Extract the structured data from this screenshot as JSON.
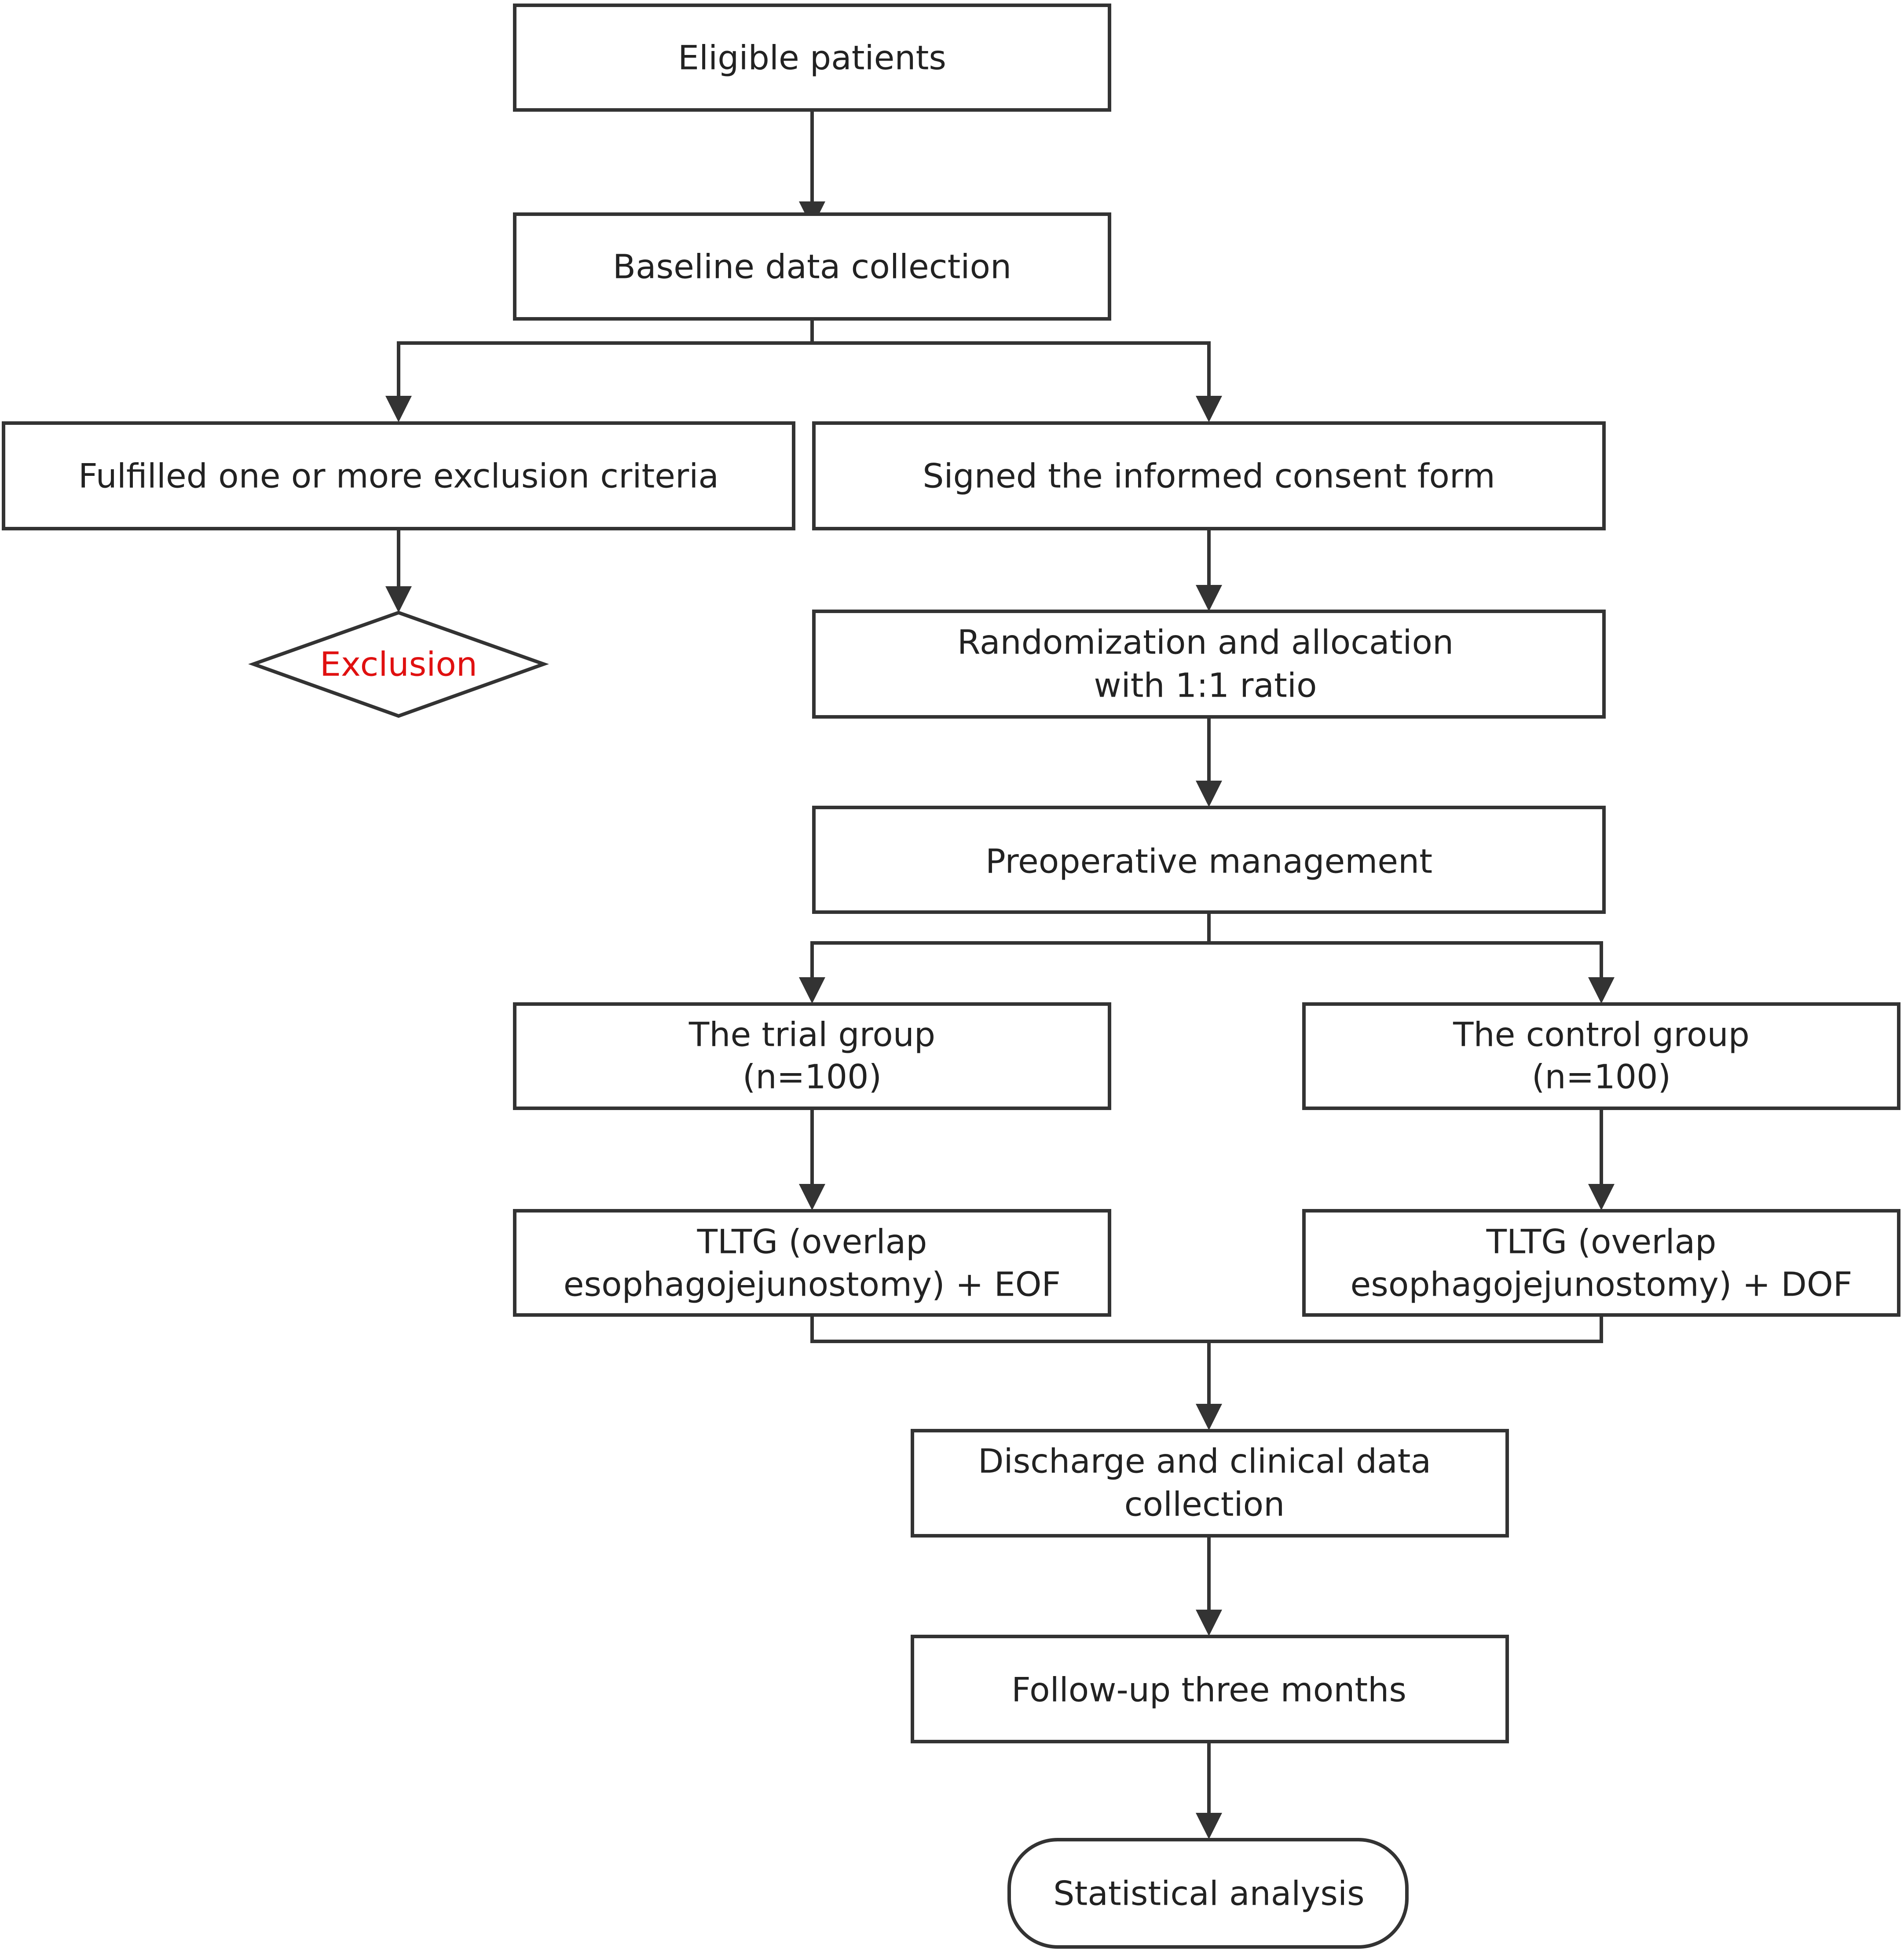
{
  "colors": {
    "stroke": "#333333",
    "text": "#222222",
    "exclusion_text": "#e01010",
    "background": "#ffffff"
  },
  "nodes": {
    "eligible_patients": "Eligible patients",
    "baseline": "Baseline data collection",
    "exclusion_criteria": "Fulfilled one or more exclusion criteria",
    "consent": "Signed the informed consent form",
    "exclusion": "Exclusion",
    "randomization_line1": "Randomization and allocation",
    "randomization_line2": "with 1:1 ratio",
    "preoperative": "Preoperative management",
    "trial_group_line1": "The trial group",
    "trial_group_line2": "(n=100)",
    "control_group_line1": "The control group",
    "control_group_line2": "(n=100)",
    "tltg_eof_line1": "TLTG (overlap",
    "tltg_eof_line2": "esophagojejunostomy) + EOF",
    "tltg_dof_line1": "TLTG (overlap",
    "tltg_dof_line2": "esophagojejunostomy) + DOF",
    "discharge_line1": "Discharge and clinical data",
    "discharge_line2": "collection",
    "follow_up": "Follow-up three months",
    "statistical": "Statistical analysis"
  }
}
